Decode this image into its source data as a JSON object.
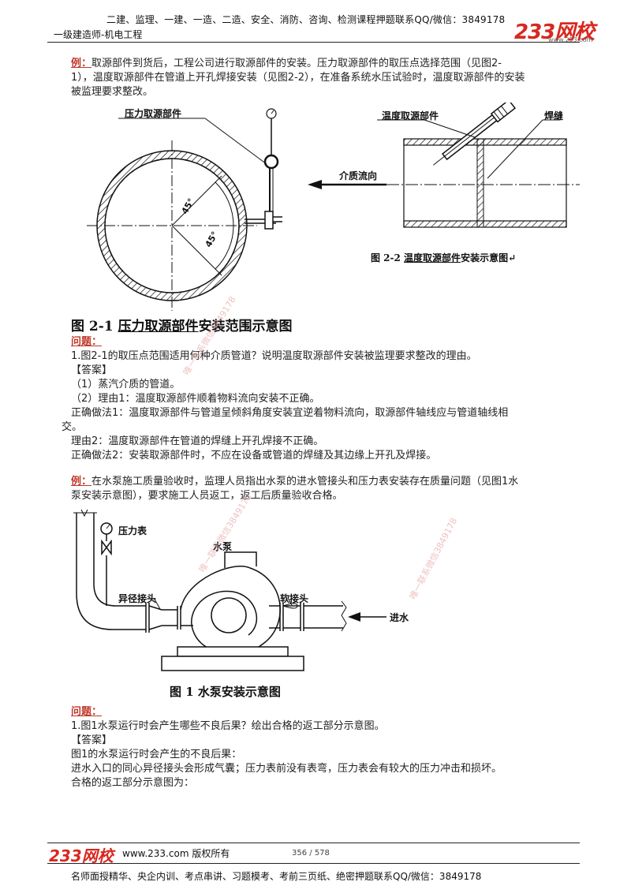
{
  "header": {
    "top_line": "二建、监理、一建、一造、二造、安全、消防、咨询、检测课程押题联系QQ/微信：3849178",
    "subtitle": "一级建造师-机电工程",
    "logo": "233网校",
    "logo_url": "www.233.com"
  },
  "example1": {
    "tag": "例：",
    "text_line1": "取源部件到货后，工程公司进行取源部件的安装。压力取源部件的取压点选择范围（见图2-",
    "text_line2": "1），温度取源部件在管道上开孔焊接安装（见图2-2），在准备系统水压试验时，温度取源部件的安装",
    "text_line3": "被监理要求整改。",
    "fig1": {
      "label_pressure_part": "压力取源部件",
      "angle1": "45°",
      "angle2": "45°",
      "caption_prefix": "图 2-1 ",
      "caption_underlined": "压力取源部件",
      "caption_suffix": "安装范围示意图"
    },
    "fig2": {
      "label_temp_part": "温度取源部件",
      "label_weld": "焊缝",
      "label_flow": "介质流向",
      "caption_prefix": "图 2-2 ",
      "caption_underlined": "温度取源部件",
      "caption_suffix": "安装示意图↵"
    },
    "question_tag": "问题：",
    "question": "1.图2-1的取压点范围适用何种介质管道？说明温度取源部件安装被监理要求整改的理由。",
    "answer_tag": "【答案】",
    "answer_lines": [
      "（1）蒸汽介质的管道。",
      "（2）理由1：温度取源部件顺着物料流向安装不正确。",
      "正确做法1：温度取源部件与管道呈倾斜角度安装宜逆着物料流向，取源部件轴线应与管道轴线相",
      "交。",
      "理由2：温度取源部件在管道的焊缝上开孔焊接不正确。",
      "正确做法2：安装取源部件时，不应在设备或管道的焊缝及其边缘上开孔及焊接。"
    ]
  },
  "example2": {
    "tag": "例：",
    "text_line1": "在水泵施工质量验收时，监理人员指出水泵的进水管接头和压力表安装存在质量问题（见图1水",
    "text_line2": "泵安装示意图），要求施工人员返工，返工后质量验收合格。",
    "fig": {
      "label_gauge": "压力表",
      "label_pump": "水泵",
      "label_reducer": "异径接头",
      "label_soft": "软接头",
      "label_inlet": "进水",
      "caption": "图 1  水泵安装示意图"
    },
    "question_tag": "问题：",
    "question": "1.图1水泵运行时会产生哪些不良后果？绘出合格的返工部分示意图。",
    "answer_tag": "【答案】",
    "answer_lines": [
      "图1的水泵运行时会产生的不良后果：",
      "进水入口的同心异径接头会形成气囊；压力表前没有表弯，压力表会有较大的压力冲击和损坏。",
      "合格的返工部分示意图为："
    ]
  },
  "watermarks": [
    "唯一联系微信3849178",
    "唯一联系微信3849178",
    "唯一联系微信3849178"
  ],
  "footer": {
    "logo": "233网校",
    "url": "www.233.com 版权所有",
    "page": "356 / 578",
    "bottom_line": "名师面授精华、央企内训、考点串讲、习题模考、考前三页纸、绝密押题联系QQ/微信：3849178"
  },
  "colors": {
    "brand_red": "#d8281f",
    "tag_red": "#c0392b"
  }
}
